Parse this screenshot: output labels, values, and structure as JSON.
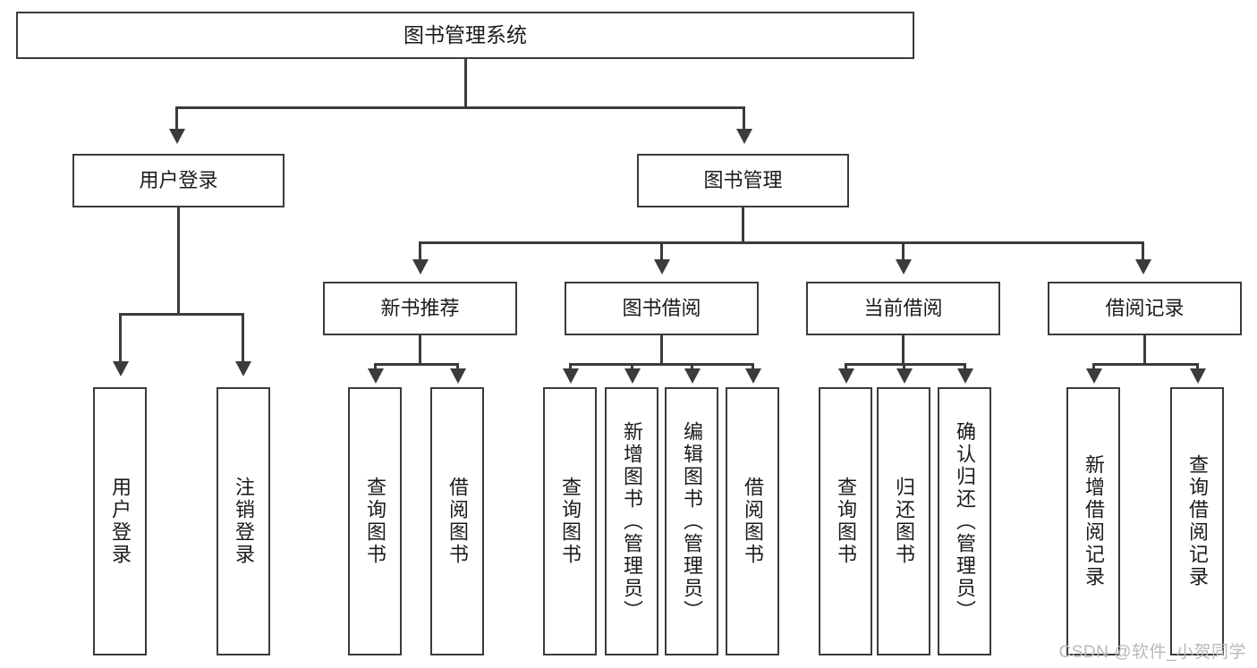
{
  "diagram": {
    "title": "图书管理系统",
    "type": "functional-structure-tree",
    "root": {
      "label": "图书管理系统"
    },
    "level2": [
      {
        "id": "user-login",
        "label": "用户登录"
      },
      {
        "id": "book-manage",
        "label": "图书管理"
      }
    ],
    "level3": [
      {
        "id": "new-book-recommend",
        "label": "新书推荐",
        "parent": "book-manage"
      },
      {
        "id": "book-borrow",
        "label": "图书借阅",
        "parent": "book-manage"
      },
      {
        "id": "current-borrow",
        "label": "当前借阅",
        "parent": "book-manage"
      },
      {
        "id": "borrow-record",
        "label": "借阅记录",
        "parent": "book-manage"
      }
    ],
    "leaves": {
      "user-login": [
        {
          "id": "leaf-user-login",
          "label": "用户登录"
        },
        {
          "id": "leaf-user-logout",
          "label": "注销登录"
        }
      ],
      "new-book-recommend": [
        {
          "id": "leaf-query-book-1",
          "label": "查询图书"
        },
        {
          "id": "leaf-borrow-book-1",
          "label": "借阅图书"
        }
      ],
      "book-borrow": [
        {
          "id": "leaf-query-book-2",
          "label": "查询图书"
        },
        {
          "id": "leaf-add-book",
          "label": "新增图书（管理员）"
        },
        {
          "id": "leaf-edit-book",
          "label": "编辑图书（管理员）"
        },
        {
          "id": "leaf-borrow-book-2",
          "label": "借阅图书"
        }
      ],
      "current-borrow": [
        {
          "id": "leaf-query-book-3",
          "label": "查询图书"
        },
        {
          "id": "leaf-return-book",
          "label": "归还图书"
        },
        {
          "id": "leaf-confirm-return",
          "label": "确认归还（管理员）"
        }
      ],
      "borrow-record": [
        {
          "id": "leaf-add-record",
          "label": "新增借阅记录"
        },
        {
          "id": "leaf-query-record",
          "label": "查询借阅记录"
        }
      ]
    },
    "colors": {
      "stroke": "#3b3b3b",
      "fill": "#ffffff",
      "text": "#1b1b1b",
      "watermark": "#b9b9b9"
    }
  },
  "watermark": {
    "text": "CSDN @软件_小贺同学"
  }
}
